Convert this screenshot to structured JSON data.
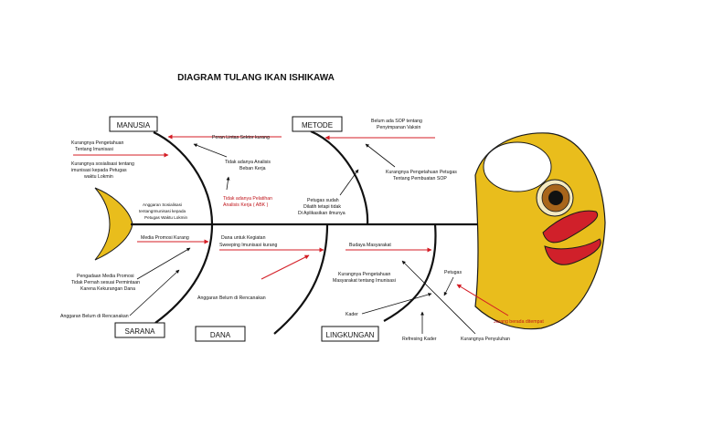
{
  "title": "DIAGRAM TULANG IKAN ISHIKAWA",
  "categories": {
    "manusia": "MANUSIA",
    "metode": "METODE",
    "sarana": "SARANA",
    "dana": "DANA",
    "lingkungan": "LINGKUNGAN"
  },
  "causes": {
    "manusia": {
      "c1": "Peran Lintas Sektor kurang",
      "c2a": "Kurangnya Pengetahuan",
      "c2b": "Tentang Imunisasi",
      "c3a": "Kurangnya sosialisasi tentang",
      "c3b": "imunisasi kepada Petugas",
      "c3c": "waktu Lokmin",
      "c4a": "Tidak adanya Analisis",
      "c4b": "Beban Kerja",
      "c5a": "Tidak adanya Pelatihan",
      "c5b": "Analisis Kerja ( ABK )",
      "c6a": "Anggaran Sosialisasi",
      "c6b": "tentangImunisasi kepada",
      "c6c": "Petugas Waktu Lokmin"
    },
    "metode": {
      "c1a": "Belum ada SOP tentang",
      "c1b": "Penyimpanan Vaksin",
      "c2a": "Kurangnya Pengetahuan Petugas",
      "c2b": "Tentang Pembuatan SOP",
      "c3a": "Petugas sudah",
      "c3b": "Dilatih tetapi tidak",
      "c3c": "Di Aplikasikan ilmunya"
    },
    "sarana": {
      "c1": "Media Promosi Kurang",
      "c2a": "Pengadaan Media Promosi",
      "c2b": "Tidak Pernah sesuai Permintaan",
      "c2c": "Karena Kekurangan Dana",
      "c3": "Anggaran Belum di Rencanakan"
    },
    "dana": {
      "c1a": "Dana untuk Kegiatan",
      "c1b": "Sweeping Imunisasi kurang",
      "c2": "Anggaran Belum di Rencanakan"
    },
    "lingkungan": {
      "c1": "Budaya Masyarakat",
      "c2a": "Kurangnya Pengetahuan",
      "c2b": "Masyarakat tentang Imunisasi",
      "c3": "Petugas",
      "c4": "Kader",
      "c5": "Refresing Kader",
      "c6": "Kurangnya Penyuluhan",
      "c7": "Jarang berada ditempat"
    }
  },
  "colors": {
    "fish_body": "#e9bd1c",
    "fish_outline": "#1a1a1a",
    "lips": "#d0202a",
    "eye_iris": "#a8651b",
    "bone": "#111111",
    "arrow_red": "#d41c24",
    "arrow_black": "#111111"
  }
}
